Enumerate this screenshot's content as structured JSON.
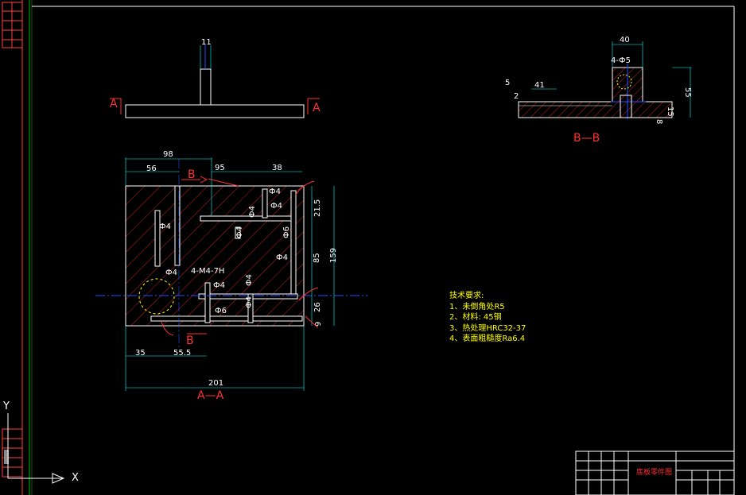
{
  "drawing": {
    "top_view_dim": "11",
    "section_marker_left": "A",
    "section_marker_right": "A",
    "section_bb": {
      "title": "B—B",
      "dims": {
        "width": "40",
        "holes": "4-Ф5",
        "d5": "5",
        "d41": "41",
        "d2": "2",
        "d55": "55",
        "d15": "15",
        "d8": "8"
      }
    },
    "section_aa": {
      "title": "A—A",
      "dims": {
        "d98": "98",
        "d56": "56",
        "d95": "95",
        "d38": "38",
        "d215": "21.5",
        "d85": "85",
        "d159": "159",
        "d26": "26",
        "d9": "9",
        "d35": "35",
        "d555": "55.5",
        "d201": "201",
        "thread": "4-M4-7H",
        "phi4": "Ф4",
        "phi6": "Ф6"
      },
      "marker_b": "B"
    },
    "tech_requirements": {
      "title": "技术要求:",
      "items": [
        "1、未倒角处R5",
        "2、材料: 45钢",
        "3、热处理HRC32-37",
        "4、表面粗糙度Ra6.4"
      ]
    },
    "title_block": {
      "name": "底板零件图"
    },
    "axis": {
      "y": "Y",
      "x": "X"
    }
  },
  "colors": {
    "background": "#000000",
    "line": "#ffffff",
    "hatch": "#ff3030",
    "dim": "#00ffff",
    "text_yellow": "#ffff00",
    "center": "#2050ff",
    "frame_green": "#00c000"
  }
}
